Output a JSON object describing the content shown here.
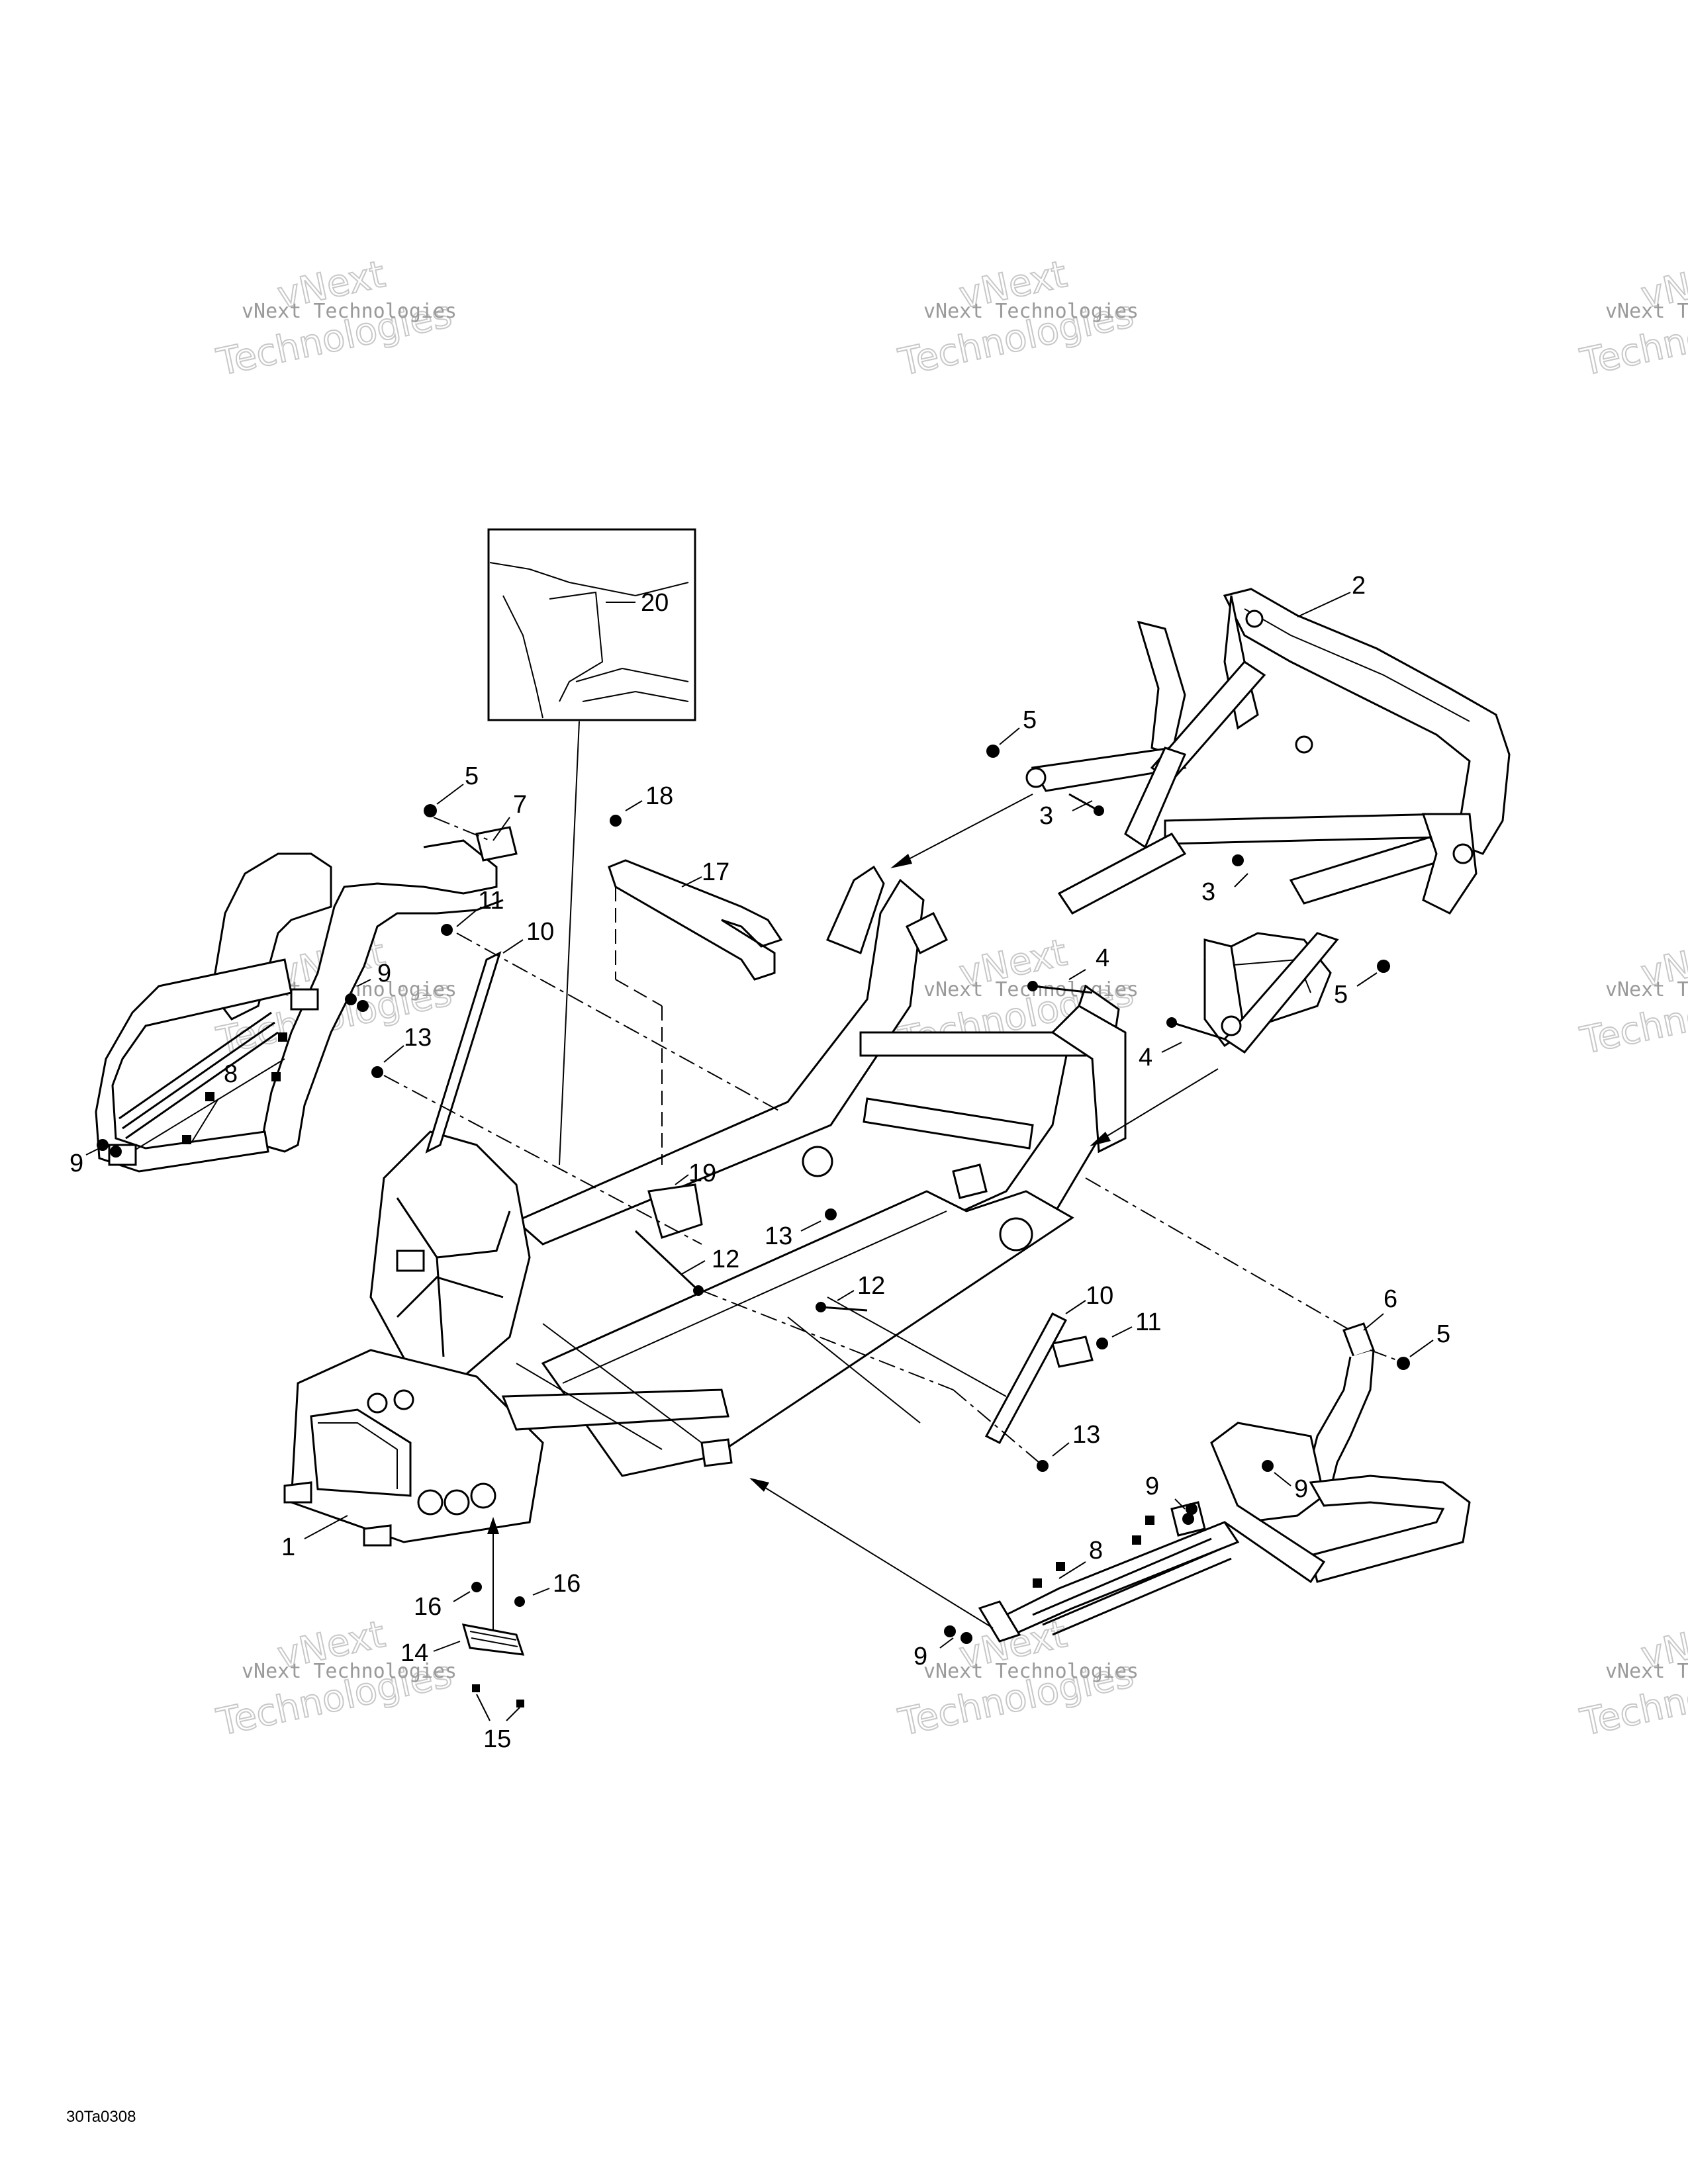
{
  "watermark": {
    "line1": "vNext Technologies",
    "line2": "vNext",
    "line3": "Technologies"
  },
  "inset": {
    "callout": "20"
  },
  "callouts": [
    {
      "id": "c2",
      "label": "2"
    },
    {
      "id": "c5a",
      "label": "5"
    },
    {
      "id": "c3a",
      "label": "3"
    },
    {
      "id": "c4a",
      "label": "4"
    },
    {
      "id": "c3b",
      "label": "3"
    },
    {
      "id": "c5b",
      "label": "5"
    },
    {
      "id": "c4b",
      "label": "4"
    },
    {
      "id": "c18",
      "label": "18"
    },
    {
      "id": "c17",
      "label": "17"
    },
    {
      "id": "c5c",
      "label": "5"
    },
    {
      "id": "c7",
      "label": "7"
    },
    {
      "id": "c11a",
      "label": "11"
    },
    {
      "id": "c10a",
      "label": "10"
    },
    {
      "id": "c9a",
      "label": "9"
    },
    {
      "id": "c13a",
      "label": "13"
    },
    {
      "id": "c8a",
      "label": "8"
    },
    {
      "id": "c9b",
      "label": "9"
    },
    {
      "id": "c19",
      "label": "19"
    },
    {
      "id": "c13b",
      "label": "13"
    },
    {
      "id": "c12a",
      "label": "12"
    },
    {
      "id": "c12b",
      "label": "12"
    },
    {
      "id": "c10b",
      "label": "10"
    },
    {
      "id": "c11b",
      "label": "11"
    },
    {
      "id": "c6",
      "label": "6"
    },
    {
      "id": "c5d",
      "label": "5"
    },
    {
      "id": "c13c",
      "label": "13"
    },
    {
      "id": "c9c",
      "label": "9"
    },
    {
      "id": "c9d",
      "label": "9"
    },
    {
      "id": "c8b",
      "label": "8"
    },
    {
      "id": "c9e",
      "label": "9"
    },
    {
      "id": "c1",
      "label": "1"
    },
    {
      "id": "c16a",
      "label": "16"
    },
    {
      "id": "c16b",
      "label": "16"
    },
    {
      "id": "c14",
      "label": "14"
    },
    {
      "id": "c15",
      "label": "15"
    }
  ],
  "figure_code": "30Ta0308"
}
